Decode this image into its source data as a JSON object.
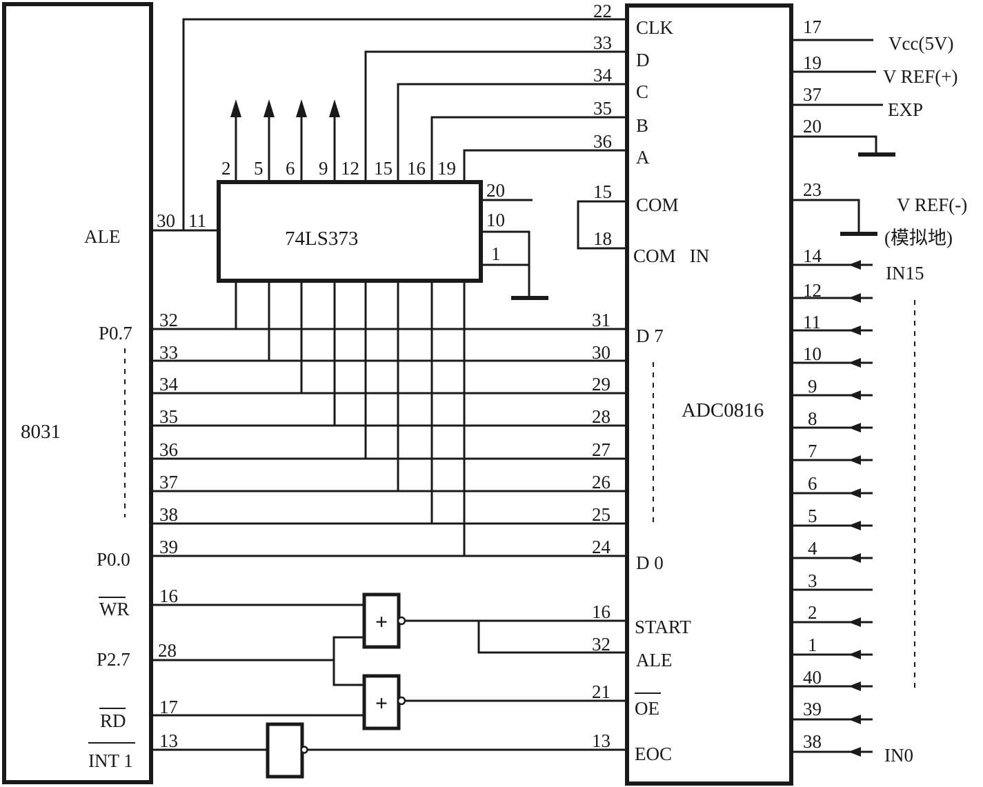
{
  "chips": {
    "mcu": {
      "name": "8031",
      "signals": {
        "ale": "ALE",
        "p07": "P0.7",
        "p00": "P0.0",
        "wr": "WR",
        "p27": "P2.7",
        "rd": "RD",
        "int1": "INT 1"
      },
      "pins": {
        "ale_a": "30",
        "ale_b": "11",
        "d32": "32",
        "d33": "33",
        "d34": "34",
        "d35": "35",
        "d36": "36",
        "d37": "37",
        "d38": "38",
        "d39": "39",
        "wr": "16",
        "p27": "28",
        "rd": "17",
        "int1": "13"
      }
    },
    "latch": {
      "name": "74LS373",
      "top_pins": [
        "2",
        "5",
        "6",
        "9",
        "12",
        "15",
        "16",
        "19"
      ],
      "right_pins": {
        "p20": "20",
        "p10": "10",
        "p1": "1"
      }
    },
    "adc": {
      "name": "ADC0816",
      "left_signals": {
        "clk": "CLK",
        "d": "D",
        "c": "C",
        "b": "B",
        "a": "A",
        "com": "COM",
        "comin": "COM   IN",
        "d7": "D 7",
        "d0": "D 0",
        "start": "START",
        "ale": "ALE",
        "oe": "OE",
        "eoc": "EOC"
      },
      "left_pins": {
        "clk": "22",
        "d": "33",
        "c": "34",
        "b": "35",
        "a": "36",
        "com": "15",
        "comin": "18",
        "d31": "31",
        "d30": "30",
        "d29": "29",
        "d28": "28",
        "d27": "27",
        "d26": "26",
        "d25": "25",
        "d24": "24",
        "start": "16",
        "ale": "32",
        "oe": "21",
        "eoc": "13"
      },
      "right_pins_top": {
        "vcc": "17",
        "vrefp": "19",
        "exp": "37",
        "gnd": "20",
        "vrefm": "23"
      },
      "right_input_pins": [
        "14",
        "12",
        "11",
        "10",
        "9",
        "8",
        "7",
        "6",
        "5",
        "4",
        "3",
        "2",
        "1",
        "40",
        "39",
        "38"
      ]
    }
  },
  "nets": {
    "vcc": "Vcc(5V)",
    "vref_plus": "V REF(+)",
    "exp": "EXP",
    "vref_minus": "V REF(-)",
    "analog_ground": "(模拟地)",
    "in15": "IN15",
    "in0": "IN0"
  }
}
